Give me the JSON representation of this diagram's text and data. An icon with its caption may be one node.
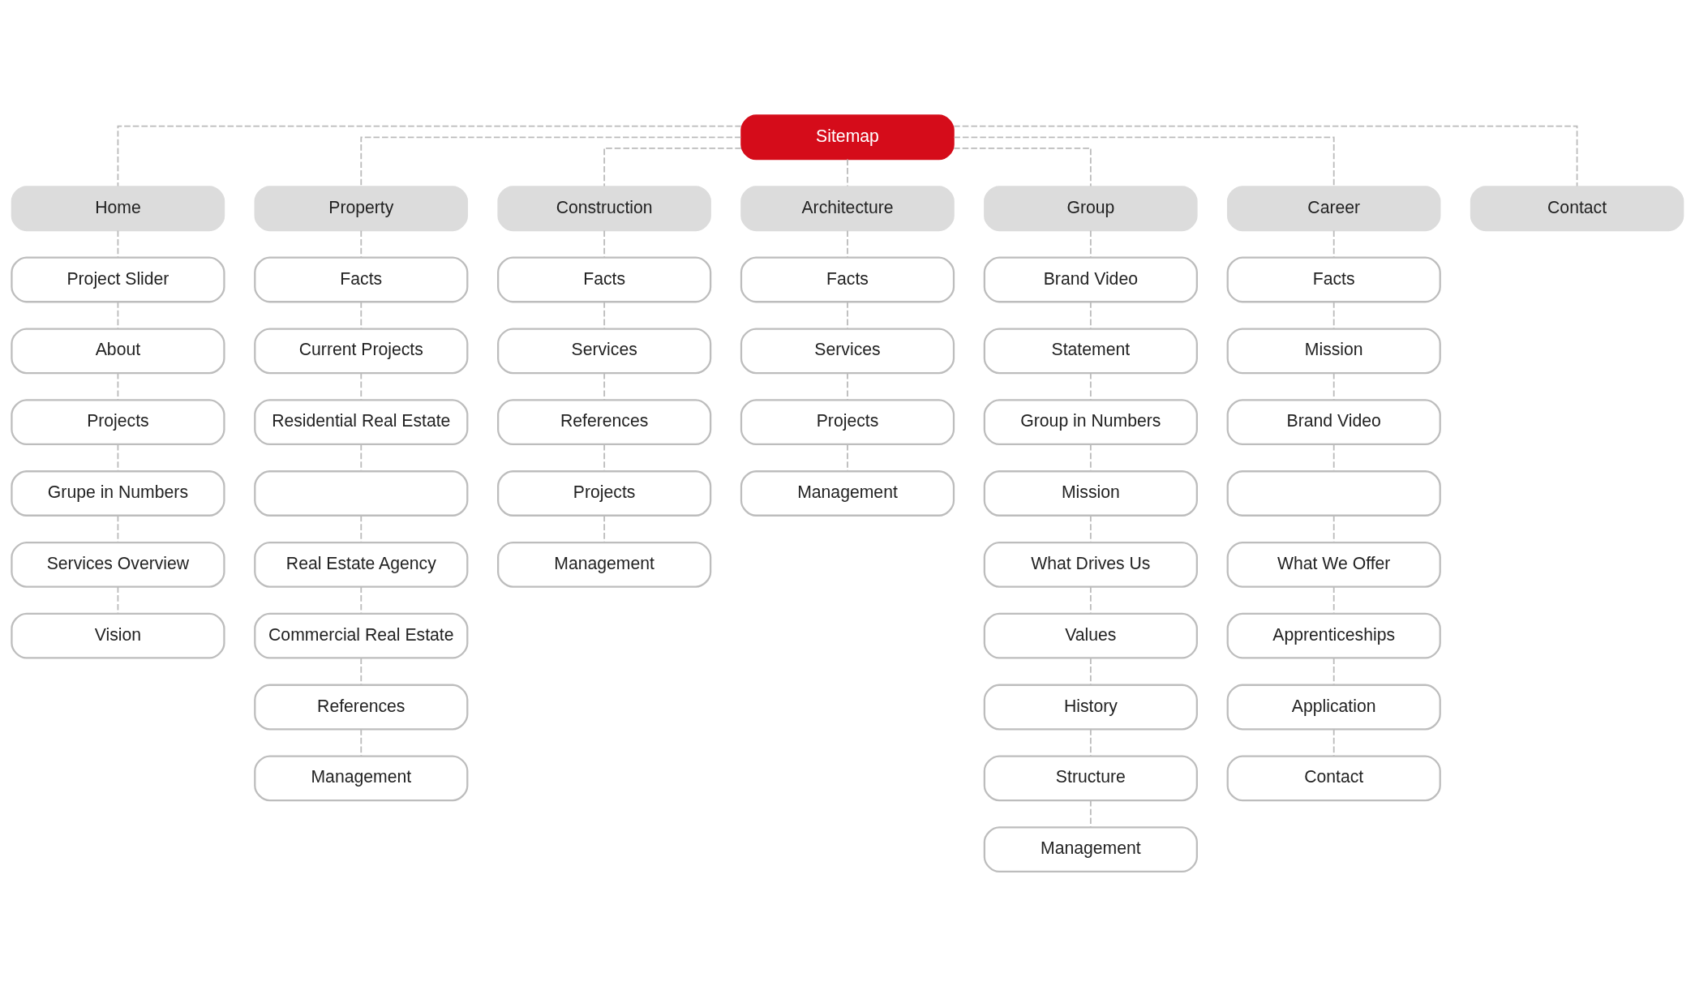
{
  "diagram": {
    "nodes": [
      {
        "text": [
          "Sitemap"
        ]
      },
      {
        "text": [
          "Home"
        ]
      },
      {
        "text": [
          "Property"
        ]
      },
      {
        "text": [
          "Construction"
        ]
      },
      {
        "text": [
          "Architecture"
        ]
      },
      {
        "text": [
          "Group"
        ]
      },
      {
        "text": [
          "Career"
        ]
      },
      {
        "text": [
          "Contact"
        ]
      },
      {
        "text": [
          "Project Slider"
        ]
      },
      {
        "text": [
          "About"
        ]
      },
      {
        "text": [
          "Projects"
        ]
      },
      {
        "text": [
          "Grupe in Numbers"
        ]
      },
      {
        "text": [
          "Services Overview"
        ]
      },
      {
        "text": [
          "Vision"
        ]
      },
      {
        "text": [
          "Facts"
        ]
      },
      {
        "text": [
          "Current Projects"
        ]
      },
      {
        "text": [
          "Residential Real Estate"
        ]
      },
      {
        "text": [],
        "shape": "box"
      },
      {
        "text": [
          "Real Estate Agency"
        ]
      },
      {
        "text": [
          "Commercial Real Estate"
        ]
      },
      {
        "text": [
          "References"
        ]
      },
      {
        "text": [
          "Management"
        ]
      },
      {
        "text": [
          "Facts"
        ]
      },
      {
        "text": [
          "Services"
        ]
      },
      {
        "text": [
          "References"
        ]
      },
      {
        "text": [
          "Projects"
        ]
      },
      {
        "text": [
          "Management"
        ]
      },
      {
        "text": [
          "Facts"
        ]
      },
      {
        "text": [
          "Services"
        ]
      },
      {
        "text": [
          "Projects"
        ]
      },
      {
        "text": [
          "Management"
        ]
      },
      {
        "text": [
          "Brand Video"
        ]
      },
      {
        "text": [
          "Statement"
        ]
      },
      {
        "text": [
          "Group in Numbers"
        ]
      },
      {
        "text": [
          "Mission"
        ]
      },
      {
        "text": [
          "What Drives Us"
        ]
      },
      {
        "text": [
          "Values"
        ]
      },
      {
        "text": [
          "History"
        ]
      },
      {
        "text": [
          "Structure"
        ]
      },
      {
        "text": [
          "Management"
        ]
      },
      {
        "text": [
          "Facts"
        ]
      },
      {
        "text": [
          "Mission"
        ]
      },
      {
        "text": [
          "Brand Video"
        ]
      },
      {
        "text": [],
        "shape": "box"
      },
      {
        "text": [
          "What We Offer"
        ]
      },
      {
        "text": [
          "Apprenticeships"
        ]
      },
      {
        "text": [
          "Application"
        ]
      },
      {
        "text": [
          "Contact"
        ]
      }
    ],
    "edges": [
      {
        "from": 0,
        "to": 1,
        "arrow": "none",
        "style": "dashed"
      },
      {
        "from": 0,
        "to": 2,
        "arrow": "none",
        "style": "dashed"
      },
      {
        "from": 0,
        "to": 3,
        "arrow": "none",
        "style": "dashed"
      },
      {
        "from": 0,
        "to": 4,
        "arrow": "none",
        "style": "dashed"
      },
      {
        "from": 0,
        "to": 5,
        "arrow": "none",
        "style": "dashed"
      },
      {
        "from": 0,
        "to": 6,
        "arrow": "none",
        "style": "dashed"
      },
      {
        "from": 0,
        "to": 7,
        "arrow": "none",
        "style": "dashed"
      },
      {
        "from": 1,
        "to": 8,
        "arrow": "none",
        "style": "dashed"
      },
      {
        "from": 8,
        "to": 9,
        "arrow": "none",
        "style": "dashed"
      },
      {
        "from": 9,
        "to": 10,
        "arrow": "none",
        "style": "dashed"
      },
      {
        "from": 10,
        "to": 11,
        "arrow": "none",
        "style": "dashed"
      },
      {
        "from": 11,
        "to": 12,
        "arrow": "none",
        "style": "dashed"
      },
      {
        "from": 12,
        "to": 13,
        "arrow": "none",
        "style": "dashed"
      },
      {
        "from": 2,
        "to": 14,
        "arrow": "none",
        "style": "dashed"
      },
      {
        "from": 14,
        "to": 15,
        "arrow": "none",
        "style": "dashed"
      },
      {
        "from": 15,
        "to": 16,
        "arrow": "none",
        "style": "dashed"
      },
      {
        "from": 16,
        "to": 17,
        "arrow": "none",
        "style": "dashed"
      },
      {
        "from": 17,
        "to": 18,
        "arrow": "none",
        "style": "dashed"
      },
      {
        "from": 18,
        "to": 19,
        "arrow": "none",
        "style": "dashed"
      },
      {
        "from": 19,
        "to": 20,
        "arrow": "none",
        "style": "dashed"
      },
      {
        "from": 20,
        "to": 21,
        "arrow": "none",
        "style": "dashed"
      },
      {
        "from": 3,
        "to": 22,
        "arrow": "none",
        "style": "dashed"
      },
      {
        "from": 22,
        "to": 23,
        "arrow": "none",
        "style": "dashed"
      },
      {
        "from": 23,
        "to": 24,
        "arrow": "none",
        "style": "dashed"
      },
      {
        "from": 24,
        "to": 25,
        "arrow": "none",
        "style": "dashed"
      },
      {
        "from": 25,
        "to": 26,
        "arrow": "none",
        "style": "dashed"
      },
      {
        "from": 4,
        "to": 27,
        "arrow": "none",
        "style": "dashed"
      },
      {
        "from": 27,
        "to": 28,
        "arrow": "none",
        "style": "dashed"
      },
      {
        "from": 28,
        "to": 29,
        "arrow": "none",
        "style": "dashed"
      },
      {
        "from": 29,
        "to": 30,
        "arrow": "none",
        "style": "dashed"
      },
      {
        "from": 5,
        "to": 31,
        "arrow": "none",
        "style": "dashed"
      },
      {
        "from": 31,
        "to": 32,
        "arrow": "none",
        "style": "dashed"
      },
      {
        "from": 32,
        "to": 33,
        "arrow": "none",
        "style": "dashed"
      },
      {
        "from": 33,
        "to": 34,
        "arrow": "none",
        "style": "dashed"
      },
      {
        "from": 34,
        "to": 35,
        "arrow": "none",
        "style": "dashed"
      },
      {
        "from": 35,
        "to": 36,
        "arrow": "none",
        "style": "dashed"
      },
      {
        "from": 36,
        "to": 37,
        "arrow": "none",
        "style": "dashed"
      },
      {
        "from": 37,
        "to": 38,
        "arrow": "none",
        "style": "dashed"
      },
      {
        "from": 38,
        "to": 39,
        "arrow": "none",
        "style": "dashed"
      },
      {
        "from": 6,
        "to": 40,
        "arrow": "none",
        "style": "dashed"
      },
      {
        "from": 40,
        "to": 41,
        "arrow": "none",
        "style": "dashed"
      },
      {
        "from": 41,
        "to": 42,
        "arrow": "none",
        "style": "dashed"
      },
      {
        "from": 42,
        "to": 43,
        "arrow": "none",
        "style": "dashed"
      },
      {
        "from": 43,
        "to": 44,
        "arrow": "none",
        "style": "dashed"
      },
      {
        "from": 44,
        "to": 45,
        "arrow": "none",
        "style": "dashed"
      },
      {
        "from": 45,
        "to": 46,
        "arrow": "none",
        "style": "dashed"
      },
      {
        "from": 46,
        "to": 47,
        "arrow": "none",
        "style": "dashed"
      }
    ]
  }
}
